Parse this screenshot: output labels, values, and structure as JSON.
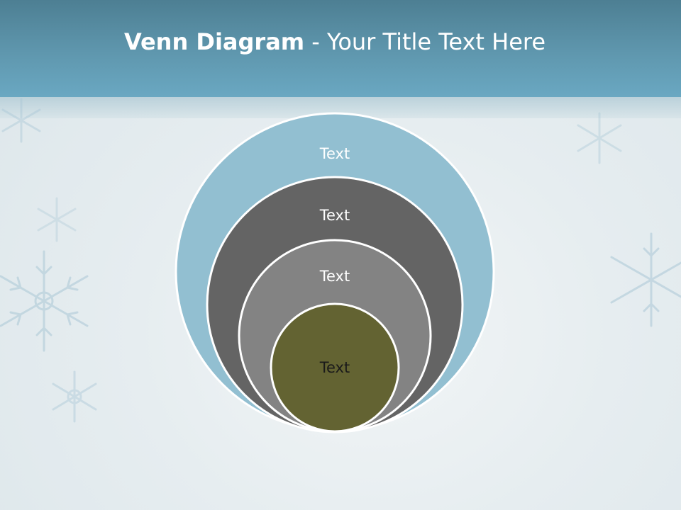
{
  "slide": {
    "title_bold": "Venn Diagram",
    "title_rest": " - Your Title Text Here"
  },
  "diagram": {
    "type": "nested-venn",
    "circles": [
      {
        "label": "Text",
        "fill": "#92bfd1",
        "text_color": "#ffffff"
      },
      {
        "label": "Text",
        "fill": "#646464",
        "text_color": "#ffffff"
      },
      {
        "label": "Text",
        "fill": "#838383",
        "text_color": "#ffffff"
      },
      {
        "label": "Text",
        "fill": "#636332",
        "text_color": "#1a1a1a"
      }
    ],
    "outline_color": "#ffffff"
  },
  "colors": {
    "header": "#5f97ae",
    "background": "#e6edf0",
    "snowflake": "#a9c6d6"
  }
}
